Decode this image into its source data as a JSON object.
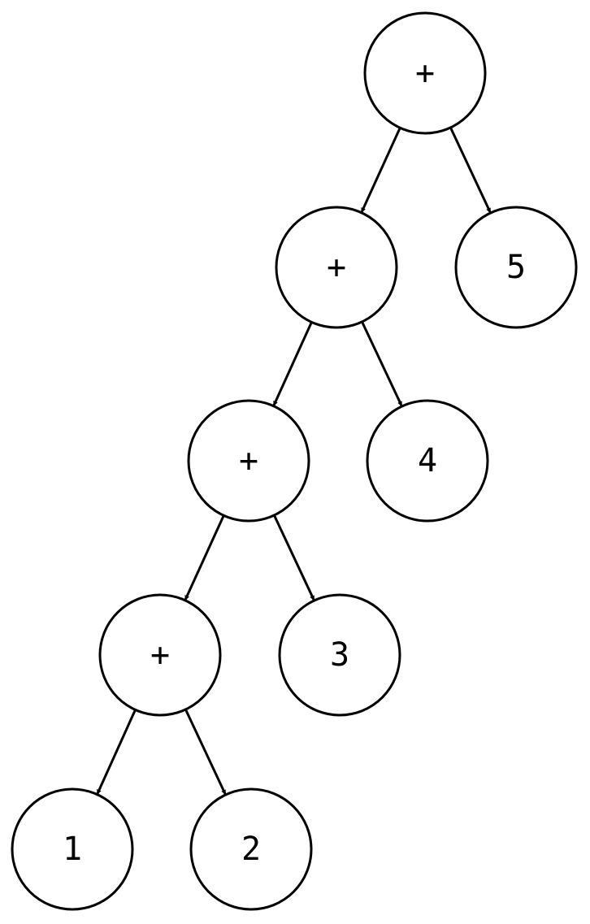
{
  "tree": {
    "nodes": [
      {
        "id": "n_plus_1",
        "label": "+"
      },
      {
        "id": "n_plus_2",
        "label": "+"
      },
      {
        "id": "n_plus_3",
        "label": "+"
      },
      {
        "id": "n_plus_4",
        "label": "+"
      },
      {
        "id": "n_one",
        "label": "1"
      },
      {
        "id": "n_two",
        "label": "2"
      },
      {
        "id": "n_three",
        "label": "3"
      },
      {
        "id": "n_four",
        "label": "4"
      },
      {
        "id": "n_five",
        "label": "5"
      }
    ],
    "edges": [
      {
        "from": "n_plus_1",
        "to": "n_plus_2"
      },
      {
        "from": "n_plus_1",
        "to": "n_five"
      },
      {
        "from": "n_plus_2",
        "to": "n_plus_3"
      },
      {
        "from": "n_plus_2",
        "to": "n_four"
      },
      {
        "from": "n_plus_3",
        "to": "n_plus_4"
      },
      {
        "from": "n_plus_3",
        "to": "n_three"
      },
      {
        "from": "n_plus_4",
        "to": "n_one"
      },
      {
        "from": "n_plus_4",
        "to": "n_two"
      }
    ]
  }
}
